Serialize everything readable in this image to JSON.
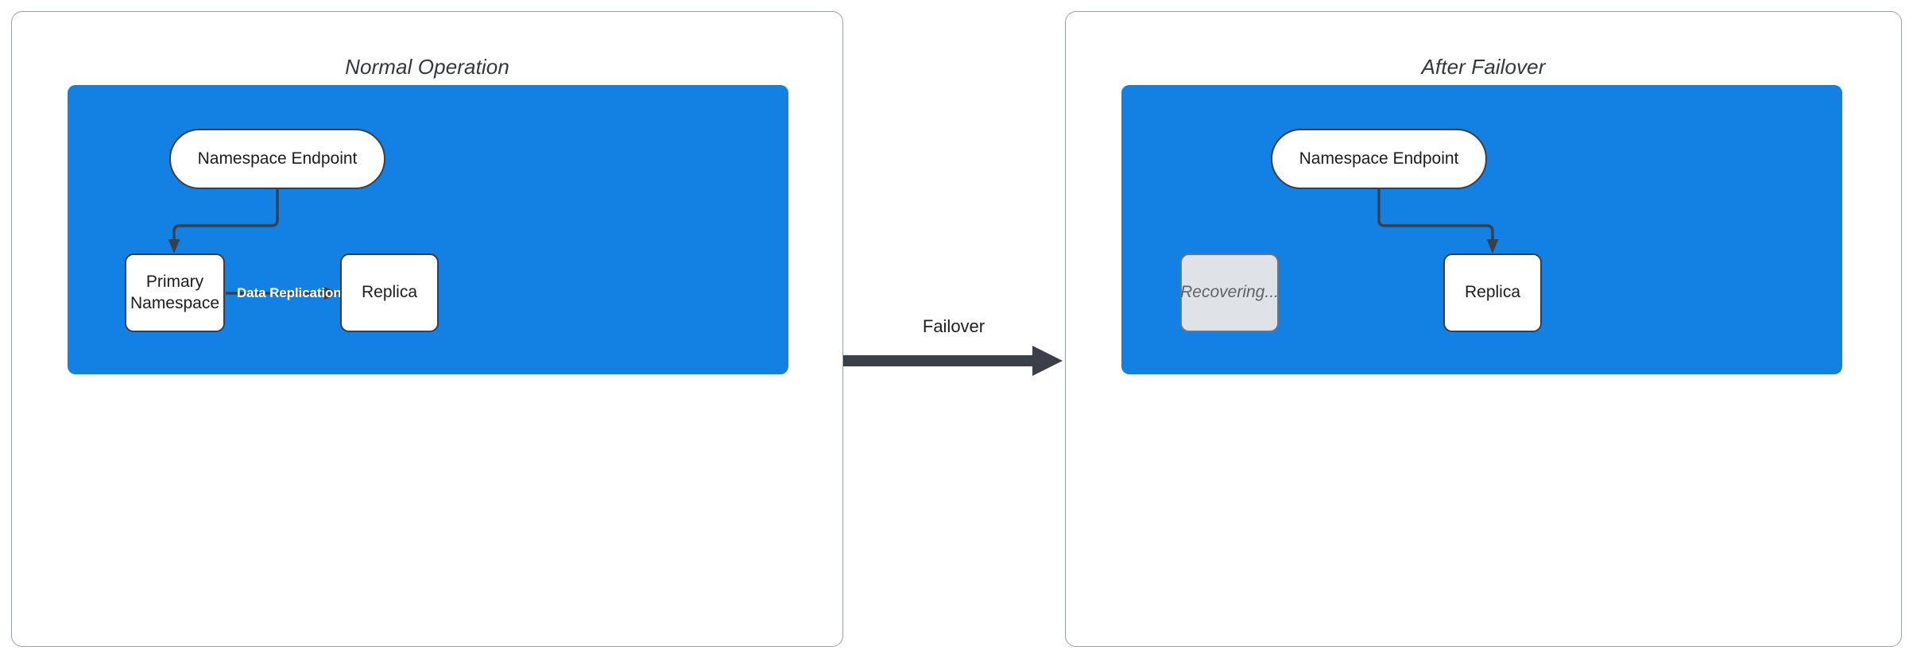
{
  "diagram": {
    "type": "architecture-failover",
    "background": "#ffffff",
    "region_color": "#1281e3",
    "node_border_color": "#3b4048",
    "ghost_fill": "#dfe2e6",
    "connector_color": "#3b4048"
  },
  "panels": [
    {
      "id": "normal-operation",
      "title": "Normal Operation",
      "nodes": {
        "endpoint": "Namespace Endpoint",
        "primary": "Primary\nNamespace",
        "primary_line1": "Primary",
        "primary_line2": "Namespace",
        "replica": "Replica"
      },
      "edges": {
        "endpoint_to_primary": "",
        "replication_label": "Data Replication"
      }
    },
    {
      "id": "after-failover",
      "title": "After Failover",
      "nodes": {
        "endpoint": "Namespace Endpoint",
        "recovering": "Recovering...",
        "replica": "Replica"
      },
      "edges": {
        "endpoint_to_replica": ""
      }
    }
  ],
  "transition": {
    "label": "Failover"
  }
}
